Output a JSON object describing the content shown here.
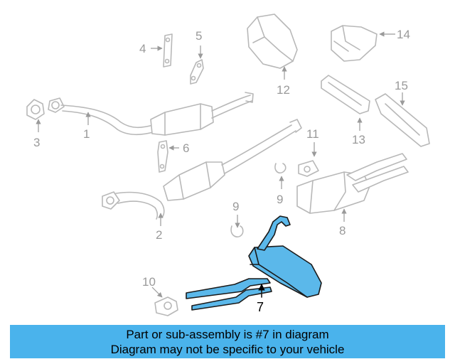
{
  "callouts": [
    "1",
    "2",
    "3",
    "4",
    "5",
    "6",
    "7",
    "8",
    "9",
    "9",
    "10",
    "11",
    "12",
    "13",
    "14",
    "15"
  ],
  "highlight": {
    "part_number": "7",
    "color": "#5bb8ea"
  },
  "banner": {
    "line1": "Part or sub-assembly is #7 in diagram",
    "line2": "Diagram may not be specific to your vehicle",
    "background": "#4ab3ec"
  }
}
